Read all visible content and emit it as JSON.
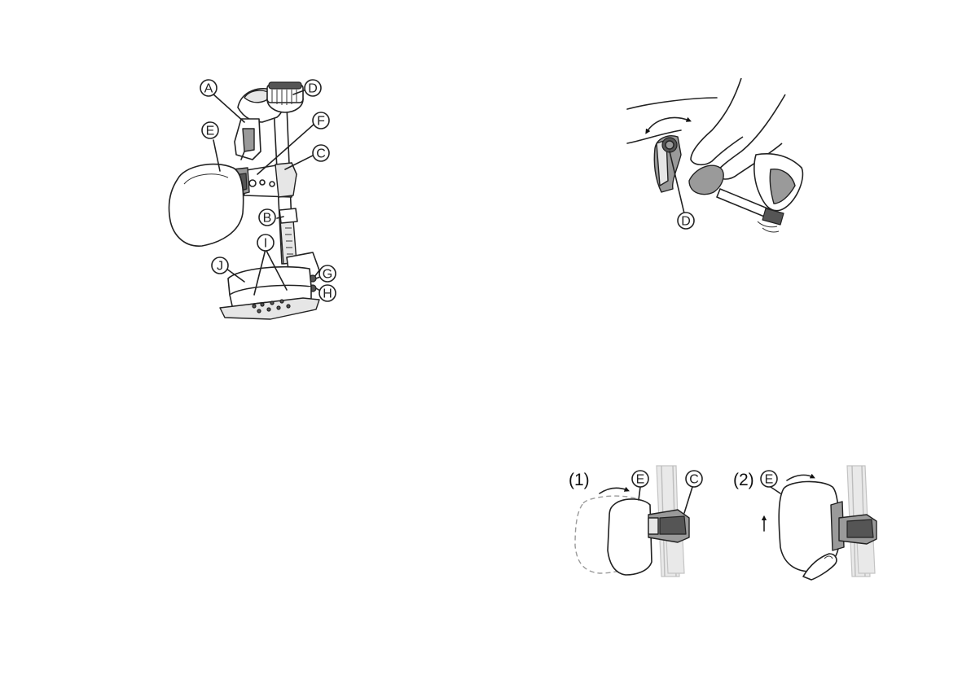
{
  "figure_1": {
    "callouts": [
      "A",
      "B",
      "C",
      "D",
      "E",
      "F",
      "G",
      "H",
      "I",
      "J"
    ]
  },
  "figure_2": {
    "callouts": [
      "D"
    ]
  },
  "figure_3": {
    "step_1": {
      "label": "(1)",
      "callouts": [
        "E",
        "C"
      ]
    },
    "step_2": {
      "label": "(2)",
      "callouts": [
        "E"
      ]
    }
  }
}
